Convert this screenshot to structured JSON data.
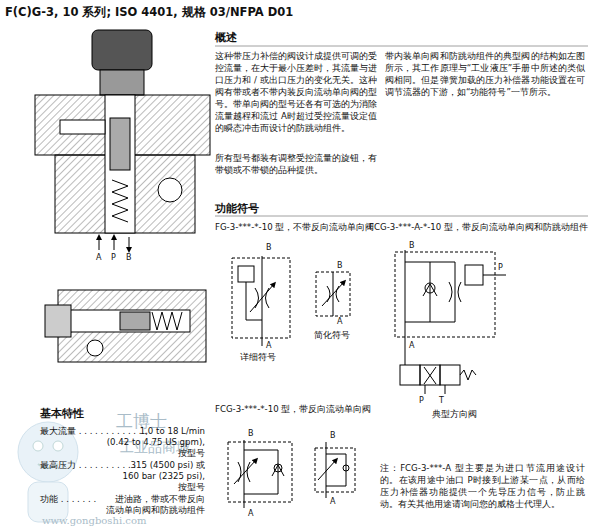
{
  "diagram": {
    "title": "F(C)G-3, 10 系列;  ISO 4401, 规格 03/NFPA D01",
    "labels": [
      "概述",
      "这种带压力补偿的阀设计成提供可调的受控流量，在大于最小压差时，其流量与进口压力和 / 或出口压力的变化无关。这种阀有带或者不带内装反向流动单向阀的型号。带单向阀的型号还各有可选的为消除流量越程和流过 A时超过受控流量设定值的瞬态冲击而设计的防跳动组件。",
      "所有型号都装有调整受控流量的旋钮，有带锁或不带锁的品种提供。",
      "带内装单向阀和防跳动组件的典型阀的结构如左图所示，其工作原理与“工业液压”手册中所述的类似阀相同。但是弹簧加载的压力补偿器功能设置在可调节流器的下游，如“功能符号”一节所示。",
      "功能符号",
      "FG-3-***-*-10 型，不带反向流动单向阀",
      "B",
      "A",
      "详细符号",
      "B",
      "A",
      "简化符号",
      "FCG-3-***-A-*-10 型，带反向流动单向阀和防跳动组件",
      "B",
      "P",
      "A",
      "P",
      "T",
      "典型方向阀",
      "FCG-3-***-*-10 型，带反向流动单向阀",
      "B",
      "A",
      "B",
      "A",
      "注：FCG-3-***-A 型主要是为进口节流用途设计的。在该用途中油口 P时接到上游某一点，从而给压力补偿器功能提供一个先导压力信号，防止跳动。有关其他用途请询问您的威格士代理人。",
      "A",
      "P",
      "B",
      "基本特性",
      "最大流量 . . . . . . . . . . . . .",
      "1,0 to 18 L/min",
      "(0.42 to 4.75 US gpm),",
      "按型号",
      "最高压力 . . . . . . . . . . .",
      "315 (4500 psi) 或",
      "160 bar (2325 psi),",
      "按型号",
      "功能 . . . . . . .",
      "进油路，带或不带反向",
      "流动单向阀和防跳动组件",
      "工博士",
      "工业品商城",
      "www.gongboshi.com"
    ]
  }
}
